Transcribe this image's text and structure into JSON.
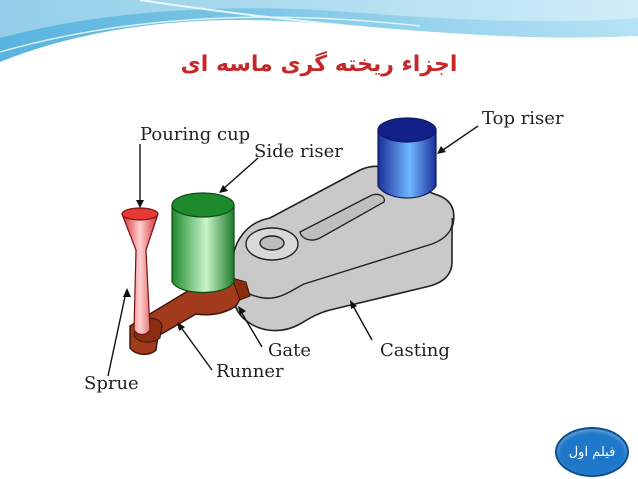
{
  "slide": {
    "title": "اجزاء ریخته گری ماسه ای"
  },
  "labels": {
    "pouring_cup": "Pouring  cup",
    "side_riser": "Side  riser",
    "top_riser": "Top  riser",
    "gate": "Gate",
    "casting": "Casting",
    "runner": "Runner",
    "sprue": "Sprue"
  },
  "button": {
    "label": "فیلم اول"
  },
  "colors": {
    "title": "#c62828",
    "casting": "#c9c9c9",
    "runner": "#a23a1c",
    "sprue": "#e53935",
    "side_riser": "#2e9e3e",
    "top_riser": "#1f3fa8",
    "button": "#1e77c9"
  }
}
